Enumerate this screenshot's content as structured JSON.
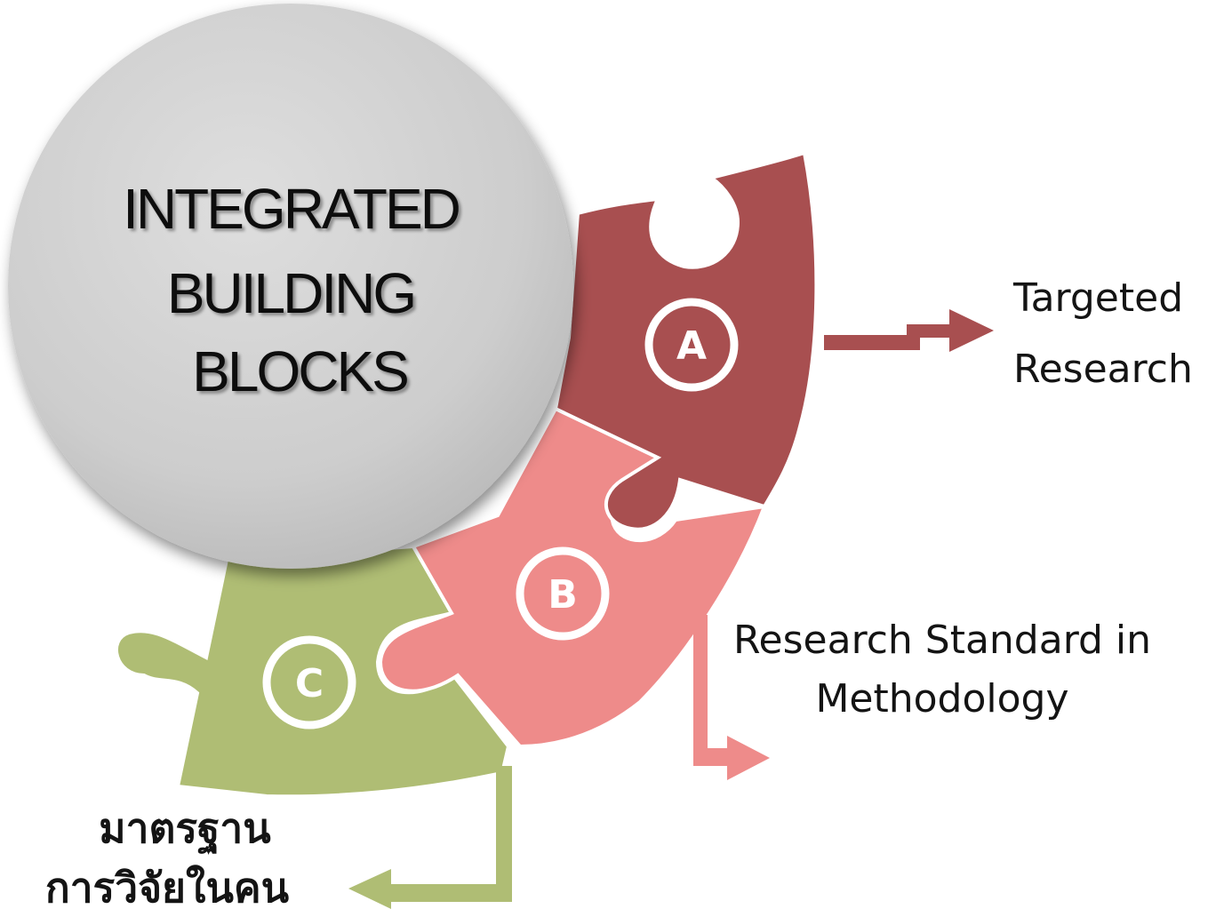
{
  "hub": {
    "lines": [
      "INTEGRATED",
      "BUILDING",
      "BLOCKS"
    ]
  },
  "pieces": [
    {
      "id": "A",
      "letter": "A",
      "color": "#a84f50"
    },
    {
      "id": "B",
      "letter": "B",
      "color": "#ee8b8a"
    },
    {
      "id": "C",
      "letter": "C",
      "color": "#afbd74"
    }
  ],
  "labels": {
    "a": {
      "lines": [
        "Targeted",
        "Research"
      ]
    },
    "b": {
      "lines": [
        "Research Standard in",
        "Methodology"
      ]
    },
    "c": {
      "lines": [
        "มาตรฐาน",
        "การวิจัยในคน"
      ]
    }
  },
  "colors": {
    "hub_fill": "#cfcfcf",
    "arrow_a": "#a84f50",
    "arrow_b": "#ee8b8a",
    "arrow_c": "#afbd74"
  }
}
